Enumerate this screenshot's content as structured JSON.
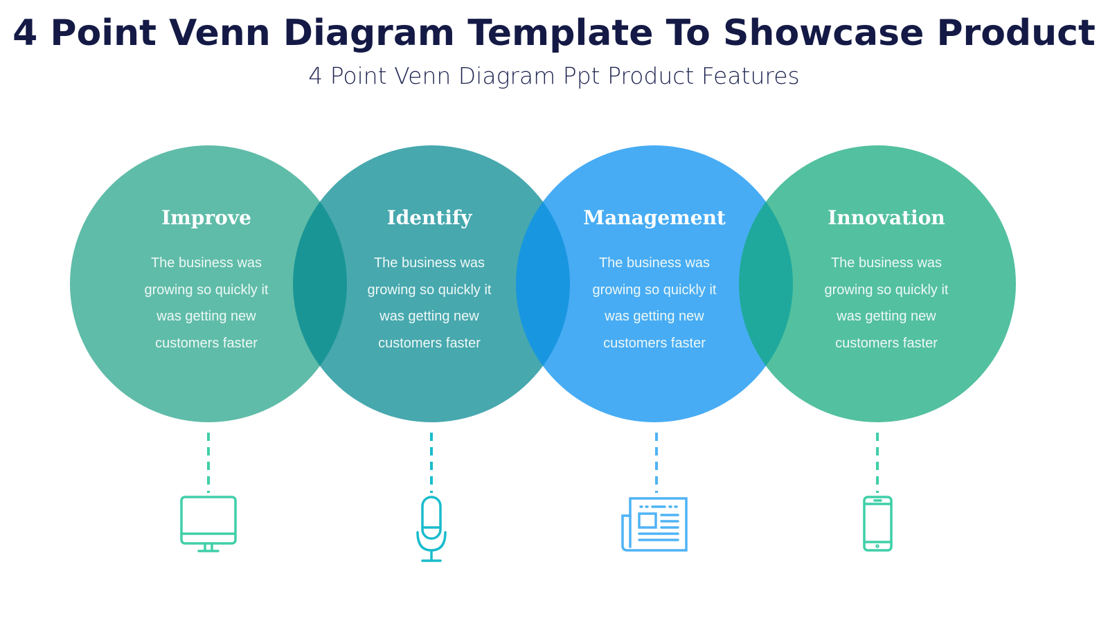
{
  "title": "4 Point Venn Diagram Template To Showcase Product",
  "subtitle": "4 Point Venn Diagram Ppt Product Features",
  "items": [
    {
      "heading": "Improve",
      "text": "The business was growing so quickly it was getting new customers faster",
      "icon": "monitor-icon",
      "color": "#1ba083",
      "line_color": "#3fcfa8"
    },
    {
      "heading": "Identify",
      "text": "The business was growing so quickly it was getting new customers faster",
      "icon": "microphone-icon",
      "color": "#00868f",
      "line_color": "#19bccc"
    },
    {
      "heading": "Management",
      "text": "The business was growing so quickly it was getting new customers faster",
      "icon": "newspaper-icon",
      "color": "#0a90f0",
      "line_color": "#4fb3f5"
    },
    {
      "heading": "Innovation",
      "text": "The business was growing so quickly it was getting new customers faster",
      "icon": "mobile-phone-icon",
      "color": "#10a87a",
      "line_color": "#3fcfa8"
    }
  ]
}
